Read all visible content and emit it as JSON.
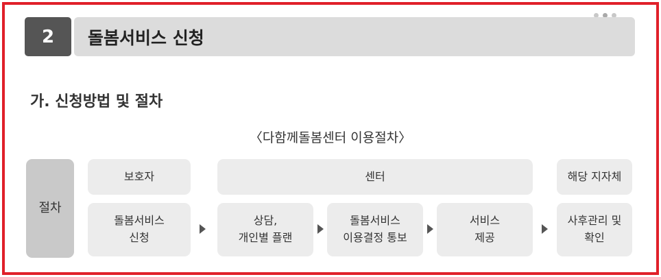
{
  "section": {
    "number": "2",
    "title": "돌봄서비스 신청"
  },
  "subtitle": "가. 신청방법 및 절차",
  "diagram": {
    "caption": "〈다함께돌봄센터 이용절차〉",
    "row_label": "절차",
    "actors": {
      "guardian": "보호자",
      "center": "센터",
      "local_gov": "해당 지자체"
    },
    "steps": [
      "돌봄서비스\n신청",
      "상담,\n개인별 플랜",
      "돌봄서비스\n이용결정 통보",
      "서비스\n제공",
      "사후관리 및\n확인"
    ]
  }
}
